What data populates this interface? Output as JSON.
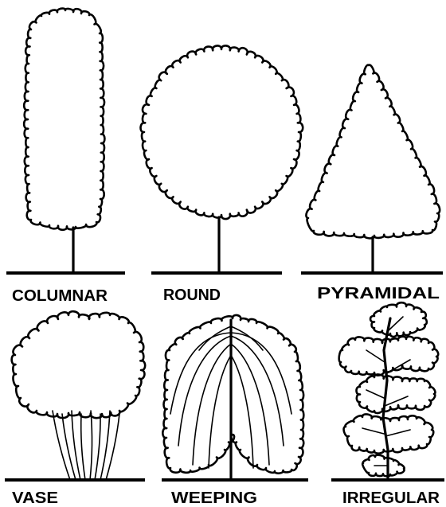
{
  "trees": [
    {
      "label": "COLUMNAR"
    },
    {
      "label": "ROUND"
    },
    {
      "label": "PYRAMIDAL"
    },
    {
      "label": "VASE"
    },
    {
      "label": "WEEPING"
    },
    {
      "label": "IRREGULAR"
    }
  ],
  "colors": {
    "ink": "#000000",
    "paper": "#ffffff"
  }
}
